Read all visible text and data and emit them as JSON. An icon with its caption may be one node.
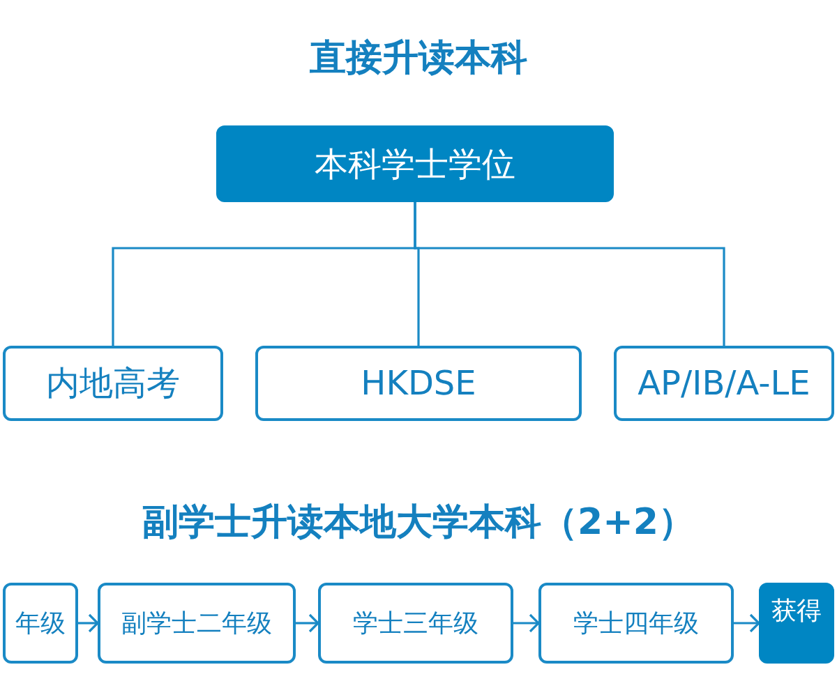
{
  "diagram": {
    "title": "直接升读本科",
    "nodes": [
      {
        "text": [
          "本科学士学位"
        ]
      },
      {
        "text": [
          "内地高考"
        ]
      },
      {
        "text": [
          "HKDSE"
        ]
      },
      {
        "text": [
          "AP/IB/A-LE"
        ]
      },
      {
        "text": [
          "年级"
        ]
      },
      {
        "text": [
          "副学士二年级"
        ]
      },
      {
        "text": [
          "学士三年级"
        ]
      },
      {
        "text": [
          "学士四年级"
        ]
      },
      {
        "text": [
          "获得"
        ]
      }
    ],
    "edges": [
      {
        "from": 0,
        "to": 1,
        "arrow": "none"
      },
      {
        "from": 0,
        "to": 2,
        "arrow": "none"
      },
      {
        "from": 0,
        "to": 3,
        "arrow": "none"
      },
      {
        "from": 4,
        "to": 5,
        "arrow": "to"
      },
      {
        "from": 5,
        "to": 6,
        "arrow": "to"
      },
      {
        "from": 6,
        "to": 7,
        "arrow": "to"
      },
      {
        "from": 7,
        "to": 8,
        "arrow": "to"
      }
    ],
    "labels": [
      "副学士升读本地大学本科（2+2）"
    ]
  }
}
